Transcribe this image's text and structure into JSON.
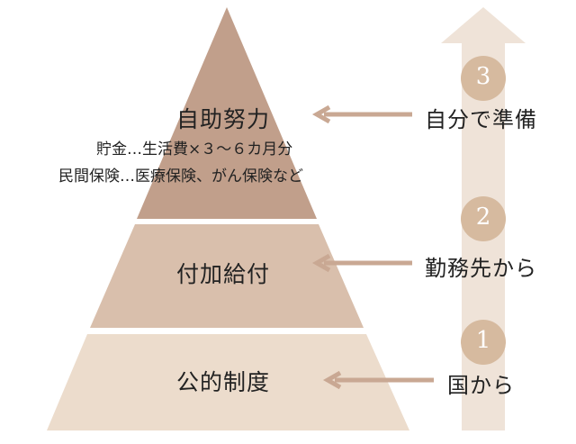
{
  "tiers": [
    {
      "label": "自助努力",
      "notes": [
        "貯金…生活費×３〜６カ月分",
        "民間保険…医療保険、がん保険など"
      ]
    },
    {
      "label": "付加給付"
    },
    {
      "label": "公的制度"
    }
  ],
  "sources": [
    {
      "number": "3",
      "label": "自分で準備"
    },
    {
      "number": "2",
      "label": "勤務先から"
    },
    {
      "number": "1",
      "label": "国から"
    }
  ],
  "colors": {
    "tier_top": "#c19f8b",
    "tier_middle": "#d9bfac",
    "tier_bottom": "#ecdccc",
    "arrow_fill": "#efe3d8",
    "circle": "#d6ba9f",
    "pointer": "#c9a893",
    "text": "#222222"
  }
}
